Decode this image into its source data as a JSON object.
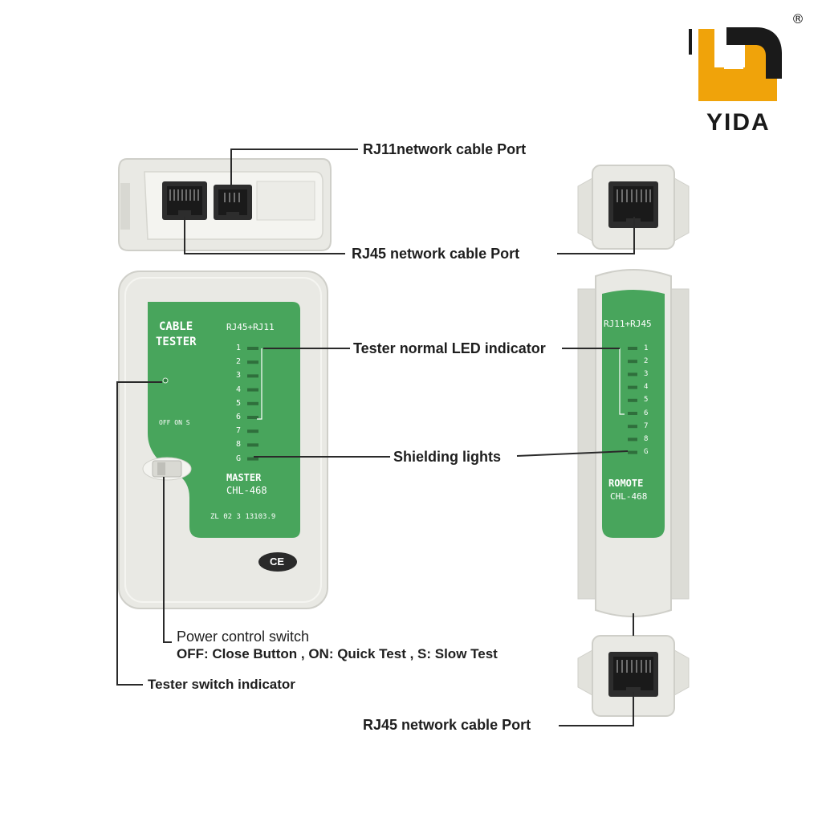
{
  "brand": {
    "name": "YIDA",
    "registered_mark": "®",
    "colors": {
      "accent": "#f0a30a",
      "dark": "#1a1a1a"
    }
  },
  "colors": {
    "device_body": "#e9e9e4",
    "device_edge": "#c9c9c3",
    "panel_green": "#48a55c",
    "leader_line": "#2a2a2a"
  },
  "master_unit": {
    "title_line1": "CABLE",
    "title_line2": "TESTER",
    "port_label": "RJ45+RJ11",
    "led_numbers": [
      "1",
      "2",
      "3",
      "4",
      "5",
      "6",
      "7",
      "8",
      "G"
    ],
    "switch_label": "OFF  ON  S",
    "model_line1": "MASTER",
    "model_line2": "CHL-468",
    "serial": "ZL 02 3 13103.9",
    "ce_mark": "CE"
  },
  "remote_unit": {
    "port_label": "RJ11+RJ45",
    "led_numbers": [
      "1",
      "2",
      "3",
      "4",
      "5",
      "6",
      "7",
      "8",
      "G"
    ],
    "model_line1": "ROMOTE",
    "model_line2": "CHL-468"
  },
  "callouts": {
    "rj11_port": "RJ11network cable Port",
    "rj45_port_top": "RJ45 network cable Port",
    "led_indicator": "Tester normal LED indicator",
    "shielding": "Shielding lights",
    "power_switch_title": "Power control switch",
    "power_switch_desc": "OFF: Close Button , ON: Quick Test , S: Slow Test",
    "switch_indicator": "Tester switch indicator",
    "rj45_port_bottom": "RJ45 network cable Port"
  }
}
